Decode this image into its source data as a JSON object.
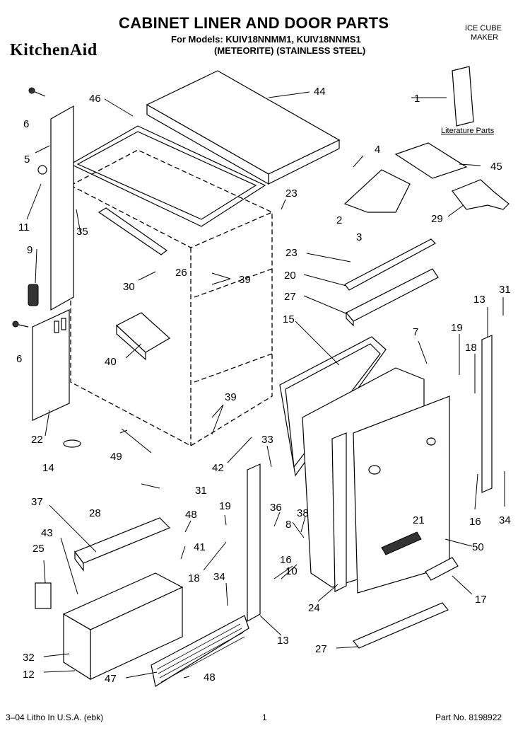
{
  "header": {
    "brand": "KitchenAid",
    "title": "CABINET LINER AND DOOR PARTS",
    "models_line": "For Models: KUIV18NNMM1, KUIV18NNMS1",
    "variants_line": "(METEORITE) (STAINLESS STEEL)",
    "category_line1": "ICE CUBE",
    "category_line2": "MAKER"
  },
  "diagram": {
    "literature_label": "Literature Parts",
    "callouts": [
      "44",
      "46",
      "6",
      "5",
      "11",
      "9",
      "6",
      "22",
      "14",
      "28",
      "37",
      "43",
      "25",
      "32",
      "12",
      "47",
      "48",
      "35",
      "30",
      "26",
      "39",
      "40",
      "49",
      "42",
      "31",
      "48",
      "41",
      "19",
      "18",
      "34",
      "13",
      "33",
      "36",
      "38",
      "8",
      "10",
      "16",
      "24",
      "15",
      "23",
      "20",
      "27",
      "7",
      "21",
      "50",
      "17",
      "27",
      "19",
      "18",
      "13",
      "31",
      "16",
      "34",
      "23",
      "1",
      "4",
      "2",
      "3",
      "45",
      "29",
      "39"
    ]
  },
  "footer": {
    "left": "3–04 Litho In U.S.A. (ebk)",
    "center": "1",
    "right": "Part No. 8198922"
  }
}
